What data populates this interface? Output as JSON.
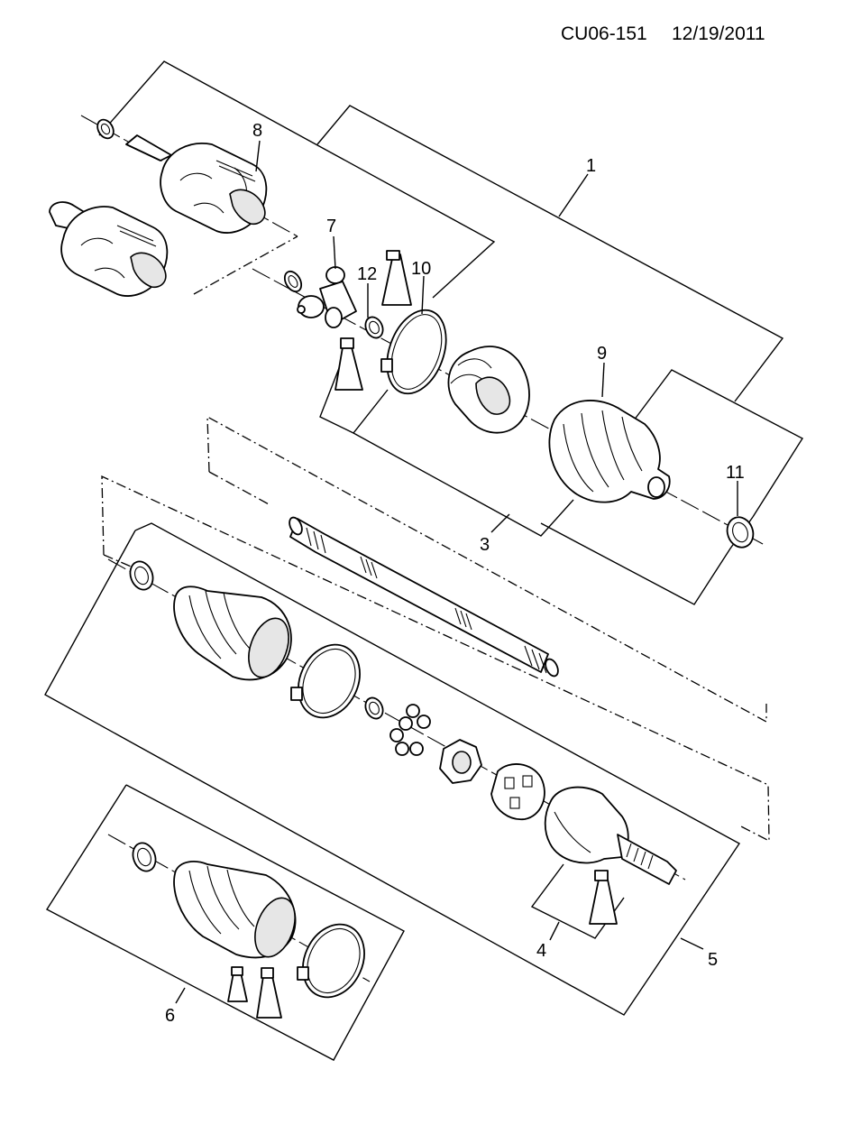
{
  "header": {
    "code": "CU06-151",
    "date": "12/19/2011"
  },
  "callouts": [
    {
      "id": "1",
      "label": "1"
    },
    {
      "id": "3",
      "label": "3"
    },
    {
      "id": "4",
      "label": "4"
    },
    {
      "id": "5",
      "label": "5"
    },
    {
      "id": "6",
      "label": "6"
    },
    {
      "id": "7",
      "label": "7"
    },
    {
      "id": "8",
      "label": "8"
    },
    {
      "id": "9",
      "label": "9"
    },
    {
      "id": "10",
      "label": "10"
    },
    {
      "id": "11",
      "label": "11"
    },
    {
      "id": "12",
      "label": "12"
    }
  ],
  "colors": {
    "line": "#000000",
    "background": "#ffffff",
    "shade": "#e6e6e6"
  }
}
